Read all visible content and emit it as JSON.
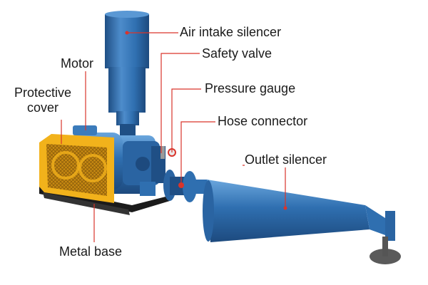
{
  "labels": {
    "air_intake_silencer": "Air intake silencer",
    "safety_valve": "Safety valve",
    "pressure_gauge": "Pressure gauge",
    "hose_connector": "Hose connector",
    "outlet_silencer": "Outlet silencer",
    "motor": "Motor",
    "protective_cover": "Protective cover",
    "metal_base": "Metal base"
  },
  "colors": {
    "body_blue": "#2f6fb0",
    "highlight_blue": "#5a98d4",
    "shade_blue": "#1f4f85",
    "cover_yellow": "#f2b21b",
    "leader_red": "#d9342b",
    "base_black": "#1b1b1b"
  }
}
